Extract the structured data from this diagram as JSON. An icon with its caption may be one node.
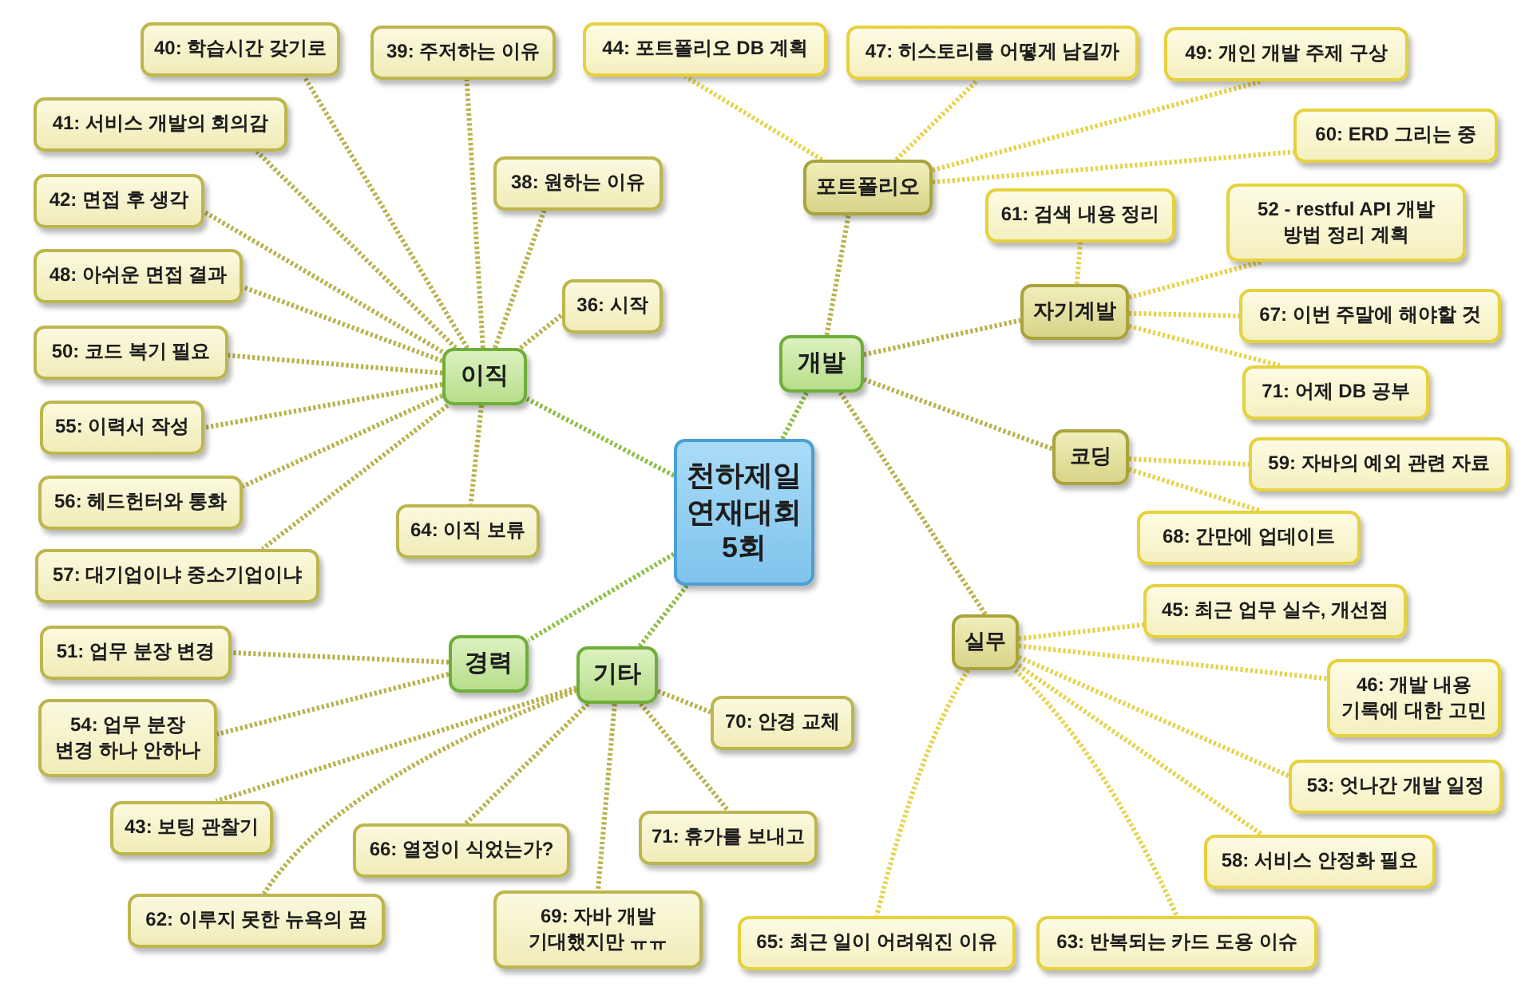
{
  "diagram": {
    "nodes": [
      {
        "text": [
          "천하제일 연재대회 5회"
        ]
      },
      {
        "text": [
          "이직"
        ]
      },
      {
        "text": [
          "40: 학습시간 갖기로"
        ]
      },
      {
        "text": [
          "39: 주저하는 이유"
        ]
      },
      {
        "text": [
          "41: 서비스 개발의 회의감"
        ]
      },
      {
        "text": [
          "38: 원하는 이유"
        ]
      },
      {
        "text": [
          "42: 면접 후 생각"
        ]
      },
      {
        "text": [
          "48: 아쉬운 면접 결과"
        ]
      },
      {
        "text": [
          "36: 시작"
        ]
      },
      {
        "text": [
          "50: 코드 복기 필요"
        ]
      },
      {
        "text": [
          "55: 이력서 작성"
        ]
      },
      {
        "text": [
          "56: 헤드헌터와 통화"
        ]
      },
      {
        "text": [
          "64: 이직 보류"
        ]
      },
      {
        "text": [
          "57: 대기업이냐 중소기업이냐"
        ]
      },
      {
        "text": [
          "개발"
        ]
      },
      {
        "text": [
          "포트폴리오"
        ]
      },
      {
        "text": [
          "44: 포트폴리오 DB 계획"
        ]
      },
      {
        "text": [
          "47: 히스토리를 어떻게 남길까"
        ]
      },
      {
        "text": [
          "49: 개인 개발 주제 구상"
        ]
      },
      {
        "text": [
          "60: ERD 그리는 중"
        ]
      },
      {
        "text": [
          "자기계발"
        ]
      },
      {
        "text": [
          "61: 검색 내용 정리"
        ]
      },
      {
        "text": [
          "52 - restful API 개발 방법 정리 계획"
        ]
      },
      {
        "text": [
          "67: 이번 주말에 해야할 것"
        ]
      },
      {
        "text": [
          "71: 어제 DB 공부"
        ]
      },
      {
        "text": [
          "코딩"
        ]
      },
      {
        "text": [
          "59: 자바의 예외 관련 자료"
        ]
      },
      {
        "text": [
          "68: 간만에 업데이트"
        ]
      },
      {
        "text": [
          "실무"
        ]
      },
      {
        "text": [
          "45: 최근 업무 실수, 개선점"
        ]
      },
      {
        "text": [
          "46: 개발 내용 기록에 대한 고민"
        ]
      },
      {
        "text": [
          "53: 엇나간 개발 일정"
        ]
      },
      {
        "text": [
          "58: 서비스 안정화 필요"
        ]
      },
      {
        "text": [
          "65: 최근 일이 어려워진 이유"
        ]
      },
      {
        "text": [
          "63: 반복되는 카드 도용 이슈"
        ]
      },
      {
        "text": [
          "경력"
        ]
      },
      {
        "text": [
          "51: 업무 분장 변경"
        ]
      },
      {
        "text": [
          "54: 업무 분장 변경 하나 안하나"
        ]
      },
      {
        "text": [
          "기타"
        ]
      },
      {
        "text": [
          "43: 보팅 관찰기"
        ]
      },
      {
        "text": [
          "70: 안경 교체"
        ]
      },
      {
        "text": [
          "66: 열정이 식었는가?"
        ]
      },
      {
        "text": [
          "71: 휴가를 보내고"
        ]
      },
      {
        "text": [
          "62: 이루지 못한 뉴욕의 꿈"
        ]
      },
      {
        "text": [
          "69: 자바 개발 기대했지만 ㅠㅠ"
        ]
      }
    ],
    "edges": [
      {
        "from": 0,
        "to": 1,
        "arrow": "none",
        "color": "#8cbf45"
      },
      {
        "from": 0,
        "to": 14,
        "arrow": "none",
        "color": "#8cbf45"
      },
      {
        "from": 0,
        "to": 35,
        "arrow": "none",
        "color": "#8cbf45"
      },
      {
        "from": 0,
        "to": 38,
        "arrow": "none",
        "color": "#8cbf45"
      },
      {
        "from": 1,
        "to": 2,
        "arrow": "none"
      },
      {
        "from": 1,
        "to": 3,
        "arrow": "none"
      },
      {
        "from": 1,
        "to": 4,
        "arrow": "none"
      },
      {
        "from": 1,
        "to": 5,
        "arrow": "none"
      },
      {
        "from": 1,
        "to": 6,
        "arrow": "none"
      },
      {
        "from": 1,
        "to": 7,
        "arrow": "none"
      },
      {
        "from": 1,
        "to": 8,
        "arrow": "none"
      },
      {
        "from": 1,
        "to": 9,
        "arrow": "none"
      },
      {
        "from": 1,
        "to": 10,
        "arrow": "none"
      },
      {
        "from": 1,
        "to": 11,
        "arrow": "none"
      },
      {
        "from": 1,
        "to": 12,
        "arrow": "none"
      },
      {
        "from": 1,
        "to": 13,
        "arrow": "none"
      },
      {
        "from": 14,
        "to": 15,
        "arrow": "none"
      },
      {
        "from": 14,
        "to": 20,
        "arrow": "none"
      },
      {
        "from": 14,
        "to": 25,
        "arrow": "none"
      },
      {
        "from": 14,
        "to": 28,
        "arrow": "none"
      },
      {
        "from": 15,
        "to": 16,
        "arrow": "none",
        "color": "#e6d34a"
      },
      {
        "from": 15,
        "to": 17,
        "arrow": "none",
        "color": "#e6d34a"
      },
      {
        "from": 15,
        "to": 18,
        "arrow": "none",
        "color": "#e6d34a"
      },
      {
        "from": 15,
        "to": 19,
        "arrow": "none",
        "color": "#e6d34a"
      },
      {
        "from": 20,
        "to": 21,
        "arrow": "none",
        "color": "#e6d34a"
      },
      {
        "from": 20,
        "to": 22,
        "arrow": "none",
        "color": "#e6d34a"
      },
      {
        "from": 20,
        "to": 23,
        "arrow": "none",
        "color": "#e6d34a"
      },
      {
        "from": 20,
        "to": 24,
        "arrow": "none",
        "color": "#e6d34a"
      },
      {
        "from": 25,
        "to": 26,
        "arrow": "none",
        "color": "#e6d34a"
      },
      {
        "from": 25,
        "to": 27,
        "arrow": "none",
        "color": "#e6d34a"
      },
      {
        "from": 28,
        "to": 29,
        "arrow": "none",
        "color": "#e6d34a"
      },
      {
        "from": 28,
        "to": 30,
        "arrow": "none",
        "color": "#e6d34a"
      },
      {
        "from": 28,
        "to": 31,
        "arrow": "none",
        "color": "#e6d34a"
      },
      {
        "from": 28,
        "to": 32,
        "arrow": "none",
        "color": "#e6d34a"
      },
      {
        "from": 28,
        "to": 33,
        "arrow": "none",
        "color": "#e6d34a"
      },
      {
        "from": 28,
        "to": 34,
        "arrow": "none",
        "color": "#e6d34a"
      },
      {
        "from": 35,
        "to": 36,
        "arrow": "none"
      },
      {
        "from": 35,
        "to": 37,
        "arrow": "none"
      },
      {
        "from": 38,
        "to": 39,
        "arrow": "none"
      },
      {
        "from": 38,
        "to": 40,
        "arrow": "none"
      },
      {
        "from": 38,
        "to": 41,
        "arrow": "none"
      },
      {
        "from": 38,
        "to": 42,
        "arrow": "none"
      },
      {
        "from": 38,
        "to": 43,
        "arrow": "none"
      },
      {
        "from": 38,
        "to": 44,
        "arrow": "none"
      }
    ]
  }
}
